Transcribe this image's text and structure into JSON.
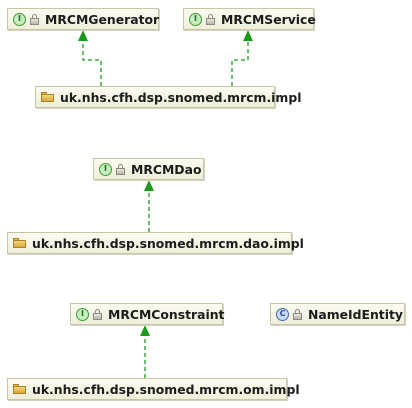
{
  "nodes": {
    "mrcm_generator": {
      "label": "MRCMGenerator",
      "badge": "I"
    },
    "mrcm_service": {
      "label": "MRCMService",
      "badge": "I"
    },
    "mrcm_impl": {
      "label": "uk.nhs.cfh.dsp.snomed.mrcm.impl"
    },
    "mrcm_dao": {
      "label": "MRCMDao",
      "badge": "I"
    },
    "mrcm_dao_impl": {
      "label": "uk.nhs.cfh.dsp.snomed.mrcm.dao.impl"
    },
    "mrcm_constraint": {
      "label": "MRCMConstraint",
      "badge": "I"
    },
    "name_id_entity": {
      "label": "NameIdEntity",
      "badge": "C"
    },
    "mrcm_om_impl": {
      "label": "uk.nhs.cfh.dsp.snomed.mrcm.om.impl"
    }
  },
  "colors": {
    "dependency_arrow": "#1a9a1a"
  }
}
